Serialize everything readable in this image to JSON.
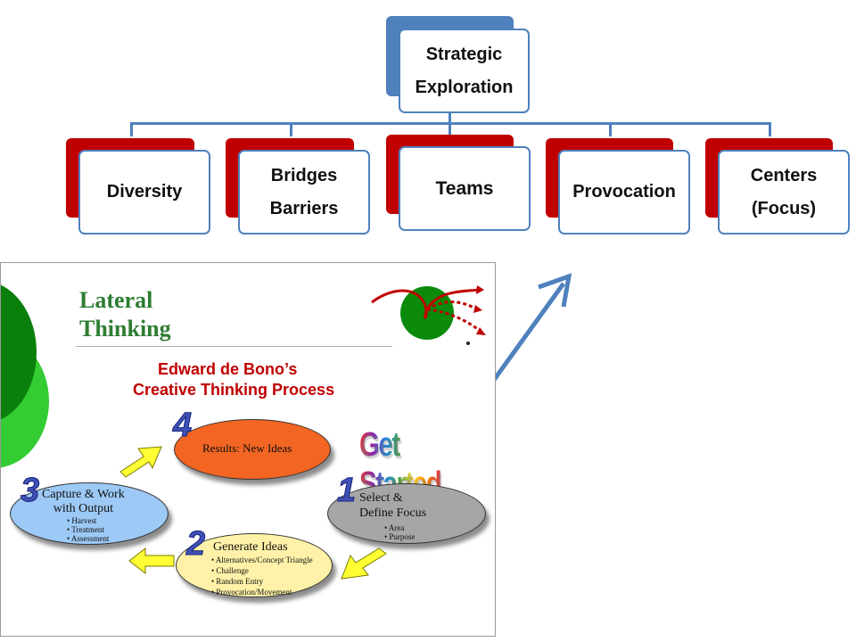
{
  "org_chart": {
    "root": "Strategic\nExploration",
    "children": [
      "Diversity",
      "Bridges\nBarriers",
      "Teams",
      "Provocation",
      "Centers\n(Focus)"
    ]
  },
  "slide": {
    "title": "Lateral\nThinking",
    "heading_line1": "Edward de Bono’s",
    "heading_line2": "Creative Thinking Process",
    "get_started": "Get Started",
    "steps": [
      {
        "number": "1",
        "title": "Select &\nDefine Focus",
        "bullets": [
          "Area",
          "Purpose"
        ]
      },
      {
        "number": "2",
        "title": "Generate Ideas",
        "bullets": [
          "Alternatives/Concept Triangle",
          "Challenge",
          "Random Entry",
          "Provocation/Movement"
        ]
      },
      {
        "number": "3",
        "title": "Capture & Work\nwith Output",
        "bullets": [
          "Harvest",
          "Treatment",
          "Assessment"
        ]
      },
      {
        "number": "4",
        "title": "Results: New Ideas",
        "bullets": []
      }
    ]
  },
  "colors": {
    "accent_blue": "#4f81bd",
    "shadow_red": "#c00000",
    "lateral_green": "#2e7d32",
    "step1": "#a6a6a6",
    "step2": "#fff2a8",
    "step3": "#9cc9f5",
    "step4": "#f26522",
    "arrow_yellow": "#ffff33"
  }
}
